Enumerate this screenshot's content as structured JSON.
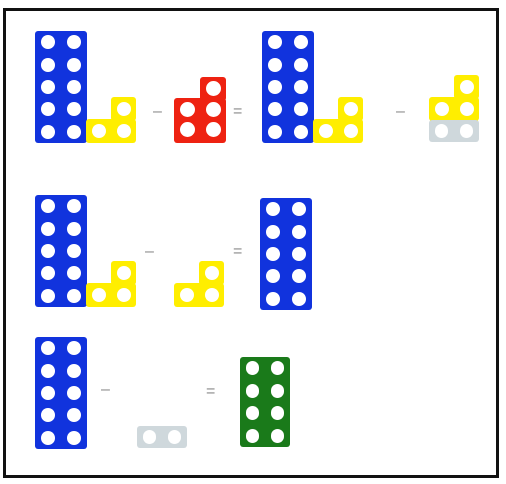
{
  "colors": {
    "ten": "#1133dd",
    "three": "#ffee00",
    "red": "#ee2211",
    "two": "#cfd8dc",
    "eight": "#1a7a1a",
    "hole": "#ffffff",
    "operator": "#8a8a8a",
    "frame": "#111111"
  },
  "operators": {
    "minus": "–",
    "equals": "="
  },
  "equations": [
    {
      "terms": [
        {
          "name": "ten-and-three",
          "blocks": [
            "ten",
            "three"
          ]
        },
        {
          "op": "minus"
        },
        {
          "name": "five",
          "blocks": [
            "red"
          ]
        },
        {
          "op": "equals"
        },
        {
          "name": "ten-and-three",
          "blocks": [
            "ten",
            "three"
          ]
        },
        {
          "op": "minus"
        },
        {
          "name": "three-and-two",
          "blocks": [
            "three",
            "two"
          ]
        }
      ]
    },
    {
      "terms": [
        {
          "name": "ten-and-three",
          "blocks": [
            "ten",
            "three"
          ]
        },
        {
          "op": "minus"
        },
        {
          "name": "three",
          "blocks": [
            "three"
          ]
        },
        {
          "op": "equals"
        },
        {
          "name": "ten",
          "blocks": [
            "ten"
          ]
        }
      ]
    },
    {
      "terms": [
        {
          "name": "ten",
          "blocks": [
            "ten"
          ]
        },
        {
          "op": "minus"
        },
        {
          "name": "two",
          "blocks": [
            "two"
          ]
        },
        {
          "op": "equals"
        },
        {
          "name": "eight",
          "blocks": [
            "eight"
          ]
        }
      ]
    }
  ]
}
